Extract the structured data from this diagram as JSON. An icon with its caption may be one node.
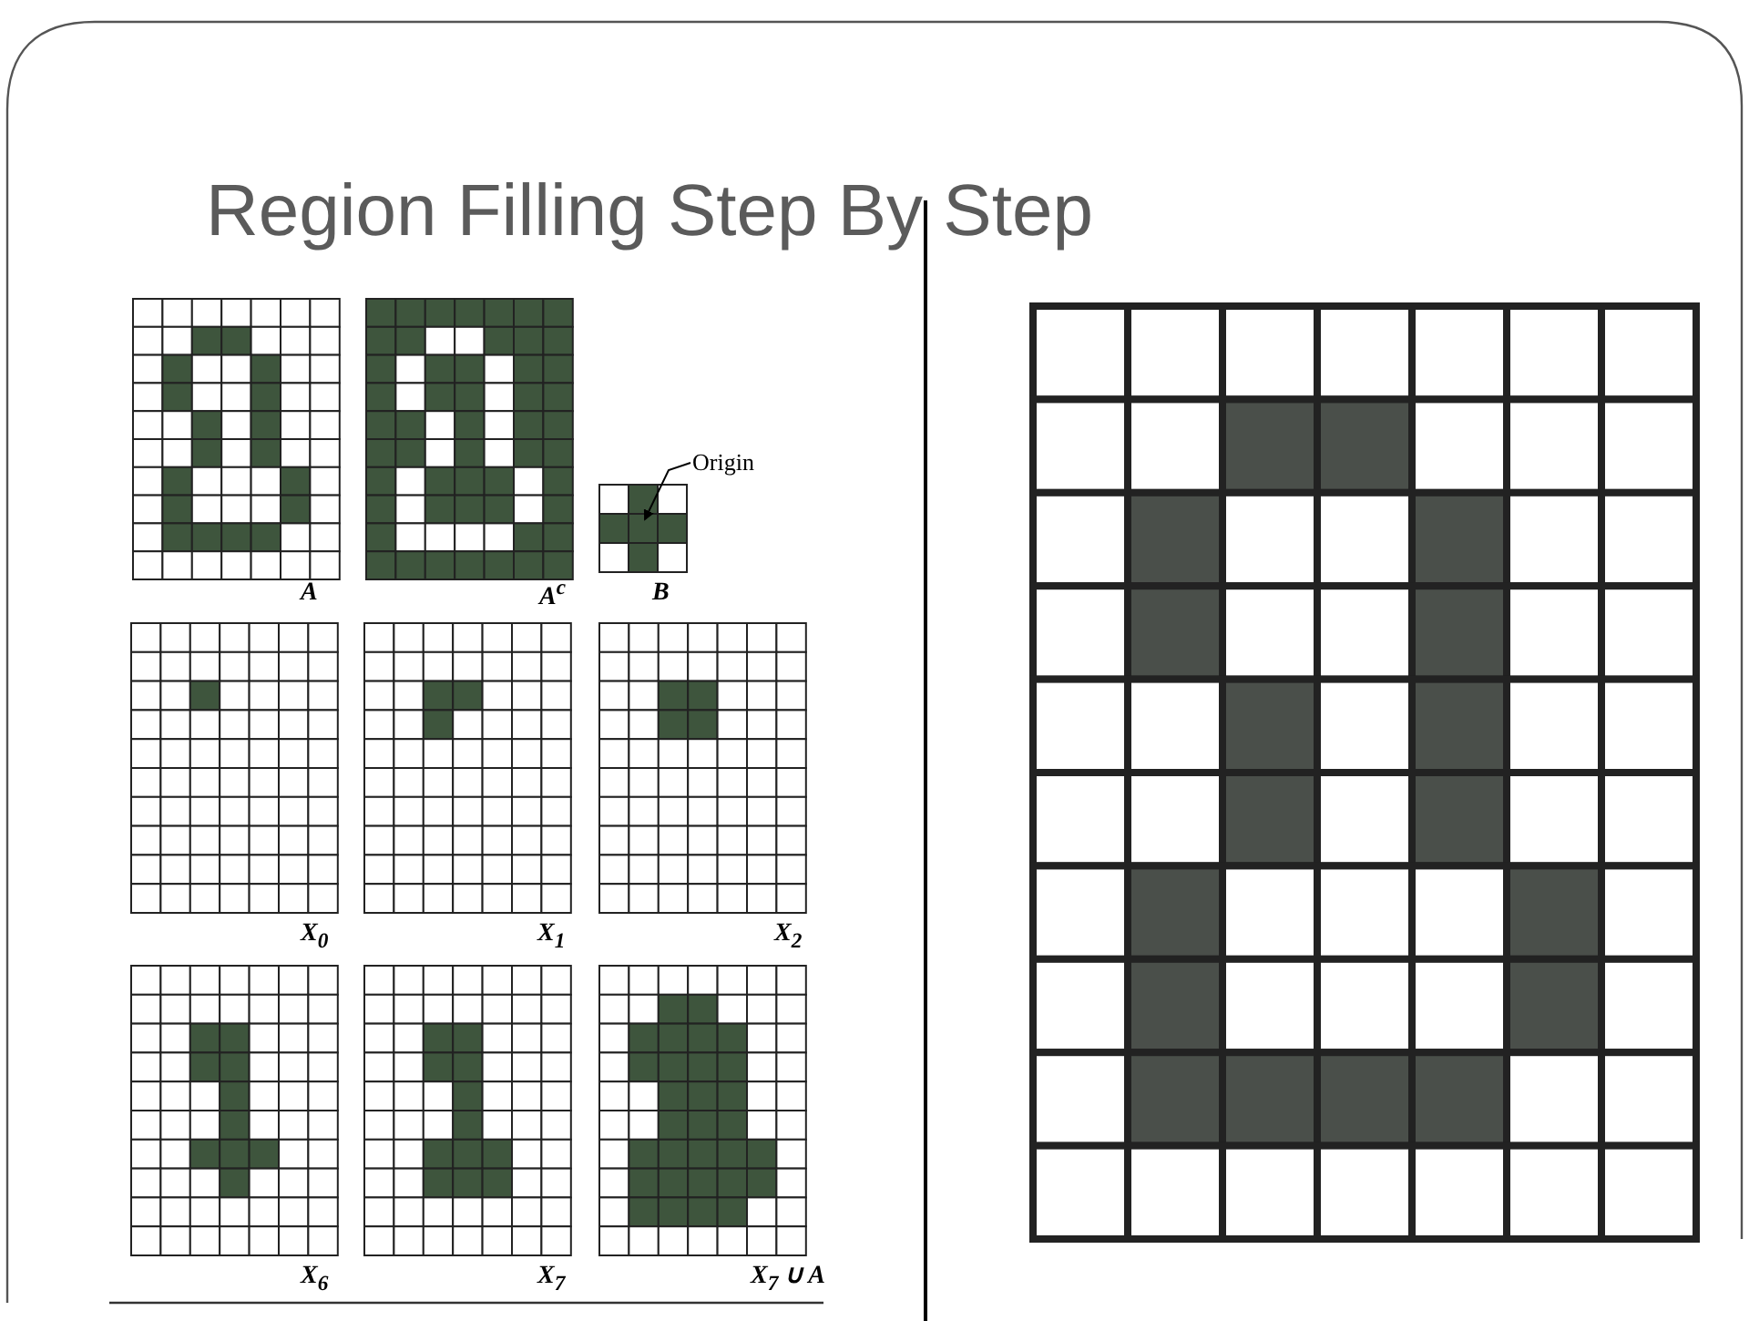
{
  "diagram": {
    "title": "Region Filling Step By Step",
    "nodes": [
      {
        "text": [
          "Origin"
        ]
      },
      {
        "text": [],
        "shape": "box"
      }
    ],
    "edges": [
      {
        "from": 0,
        "to": 1,
        "arrow": "to"
      }
    ],
    "labels": [
      "A",
      "A$^{c}$",
      "B",
      "X$_{0}$",
      "X$_{1}$",
      "X$_{2}$",
      "X$_{6}$",
      "X$_{7}$",
      "X$_{7}$ ∪ A"
    ]
  }
}
